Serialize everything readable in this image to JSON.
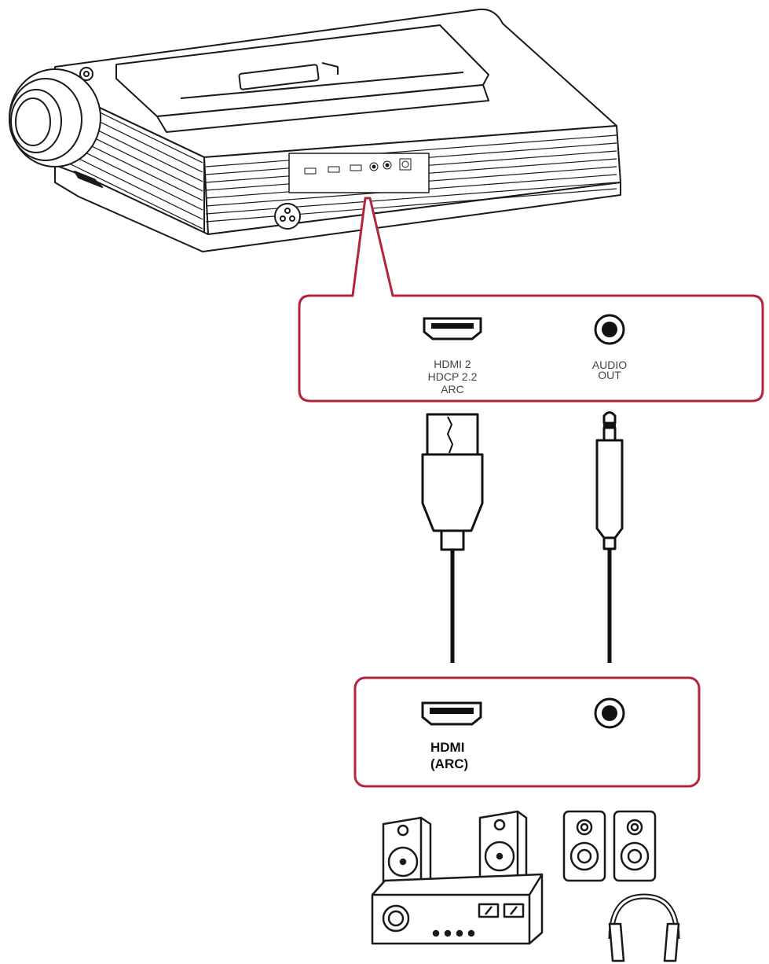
{
  "projector_panel": {
    "hdmi_label_line1": "HDMI 2",
    "hdmi_label_line2": "HDCP 2.2",
    "hdmi_label_line3": "ARC",
    "audio_label_line1": "AUDIO",
    "audio_label_line2": "OUT"
  },
  "device_panel": {
    "hdmi_label_line1": "HDMI",
    "hdmi_label_line2": "(ARC)"
  },
  "colors": {
    "callout_border": "#b5243d",
    "line": "#1a1a1a"
  },
  "icons": [
    "projector-icon",
    "hdmi-port-icon",
    "audio-jack-icon",
    "hdmi-plug-icon",
    "audio-plug-icon",
    "amplifier-icon",
    "speaker-icon",
    "headphones-icon"
  ]
}
